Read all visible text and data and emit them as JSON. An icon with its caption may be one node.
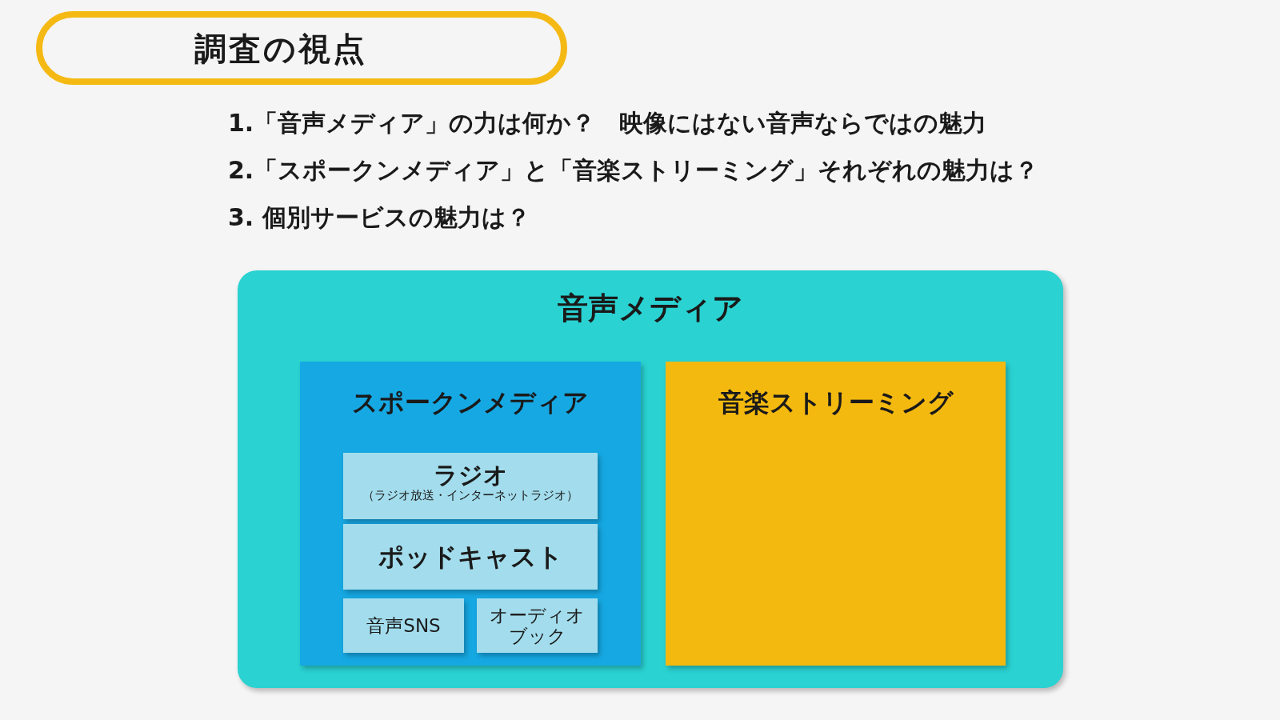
{
  "diagram": {
    "title": "調査の視点",
    "nodes": [
      {
        "text": [
          "音声メディア"
        ]
      },
      {
        "text": [
          "スポークンメディア"
        ],
        "in": 0
      },
      {
        "text": [
          "音楽ストリーミング"
        ],
        "in": 0
      },
      {
        "text": [
          "ラジオ",
          "（ラジオ放送・インターネットラジオ）"
        ],
        "in": 1
      },
      {
        "text": [
          "ポッドキャスト"
        ],
        "in": 1
      },
      {
        "text": [
          "音声SNS"
        ],
        "in": 1
      },
      {
        "text": [
          "オーディオブック"
        ],
        "in": 1
      }
    ],
    "labels": [
      "1.「音声メディア」の力は何か？　映像にはない音声ならではの魅力",
      "2.「スポークンメディア」と「音楽ストリーミング」それぞれの魅力は？",
      "3. 個別サービスの魅力は？"
    ]
  }
}
